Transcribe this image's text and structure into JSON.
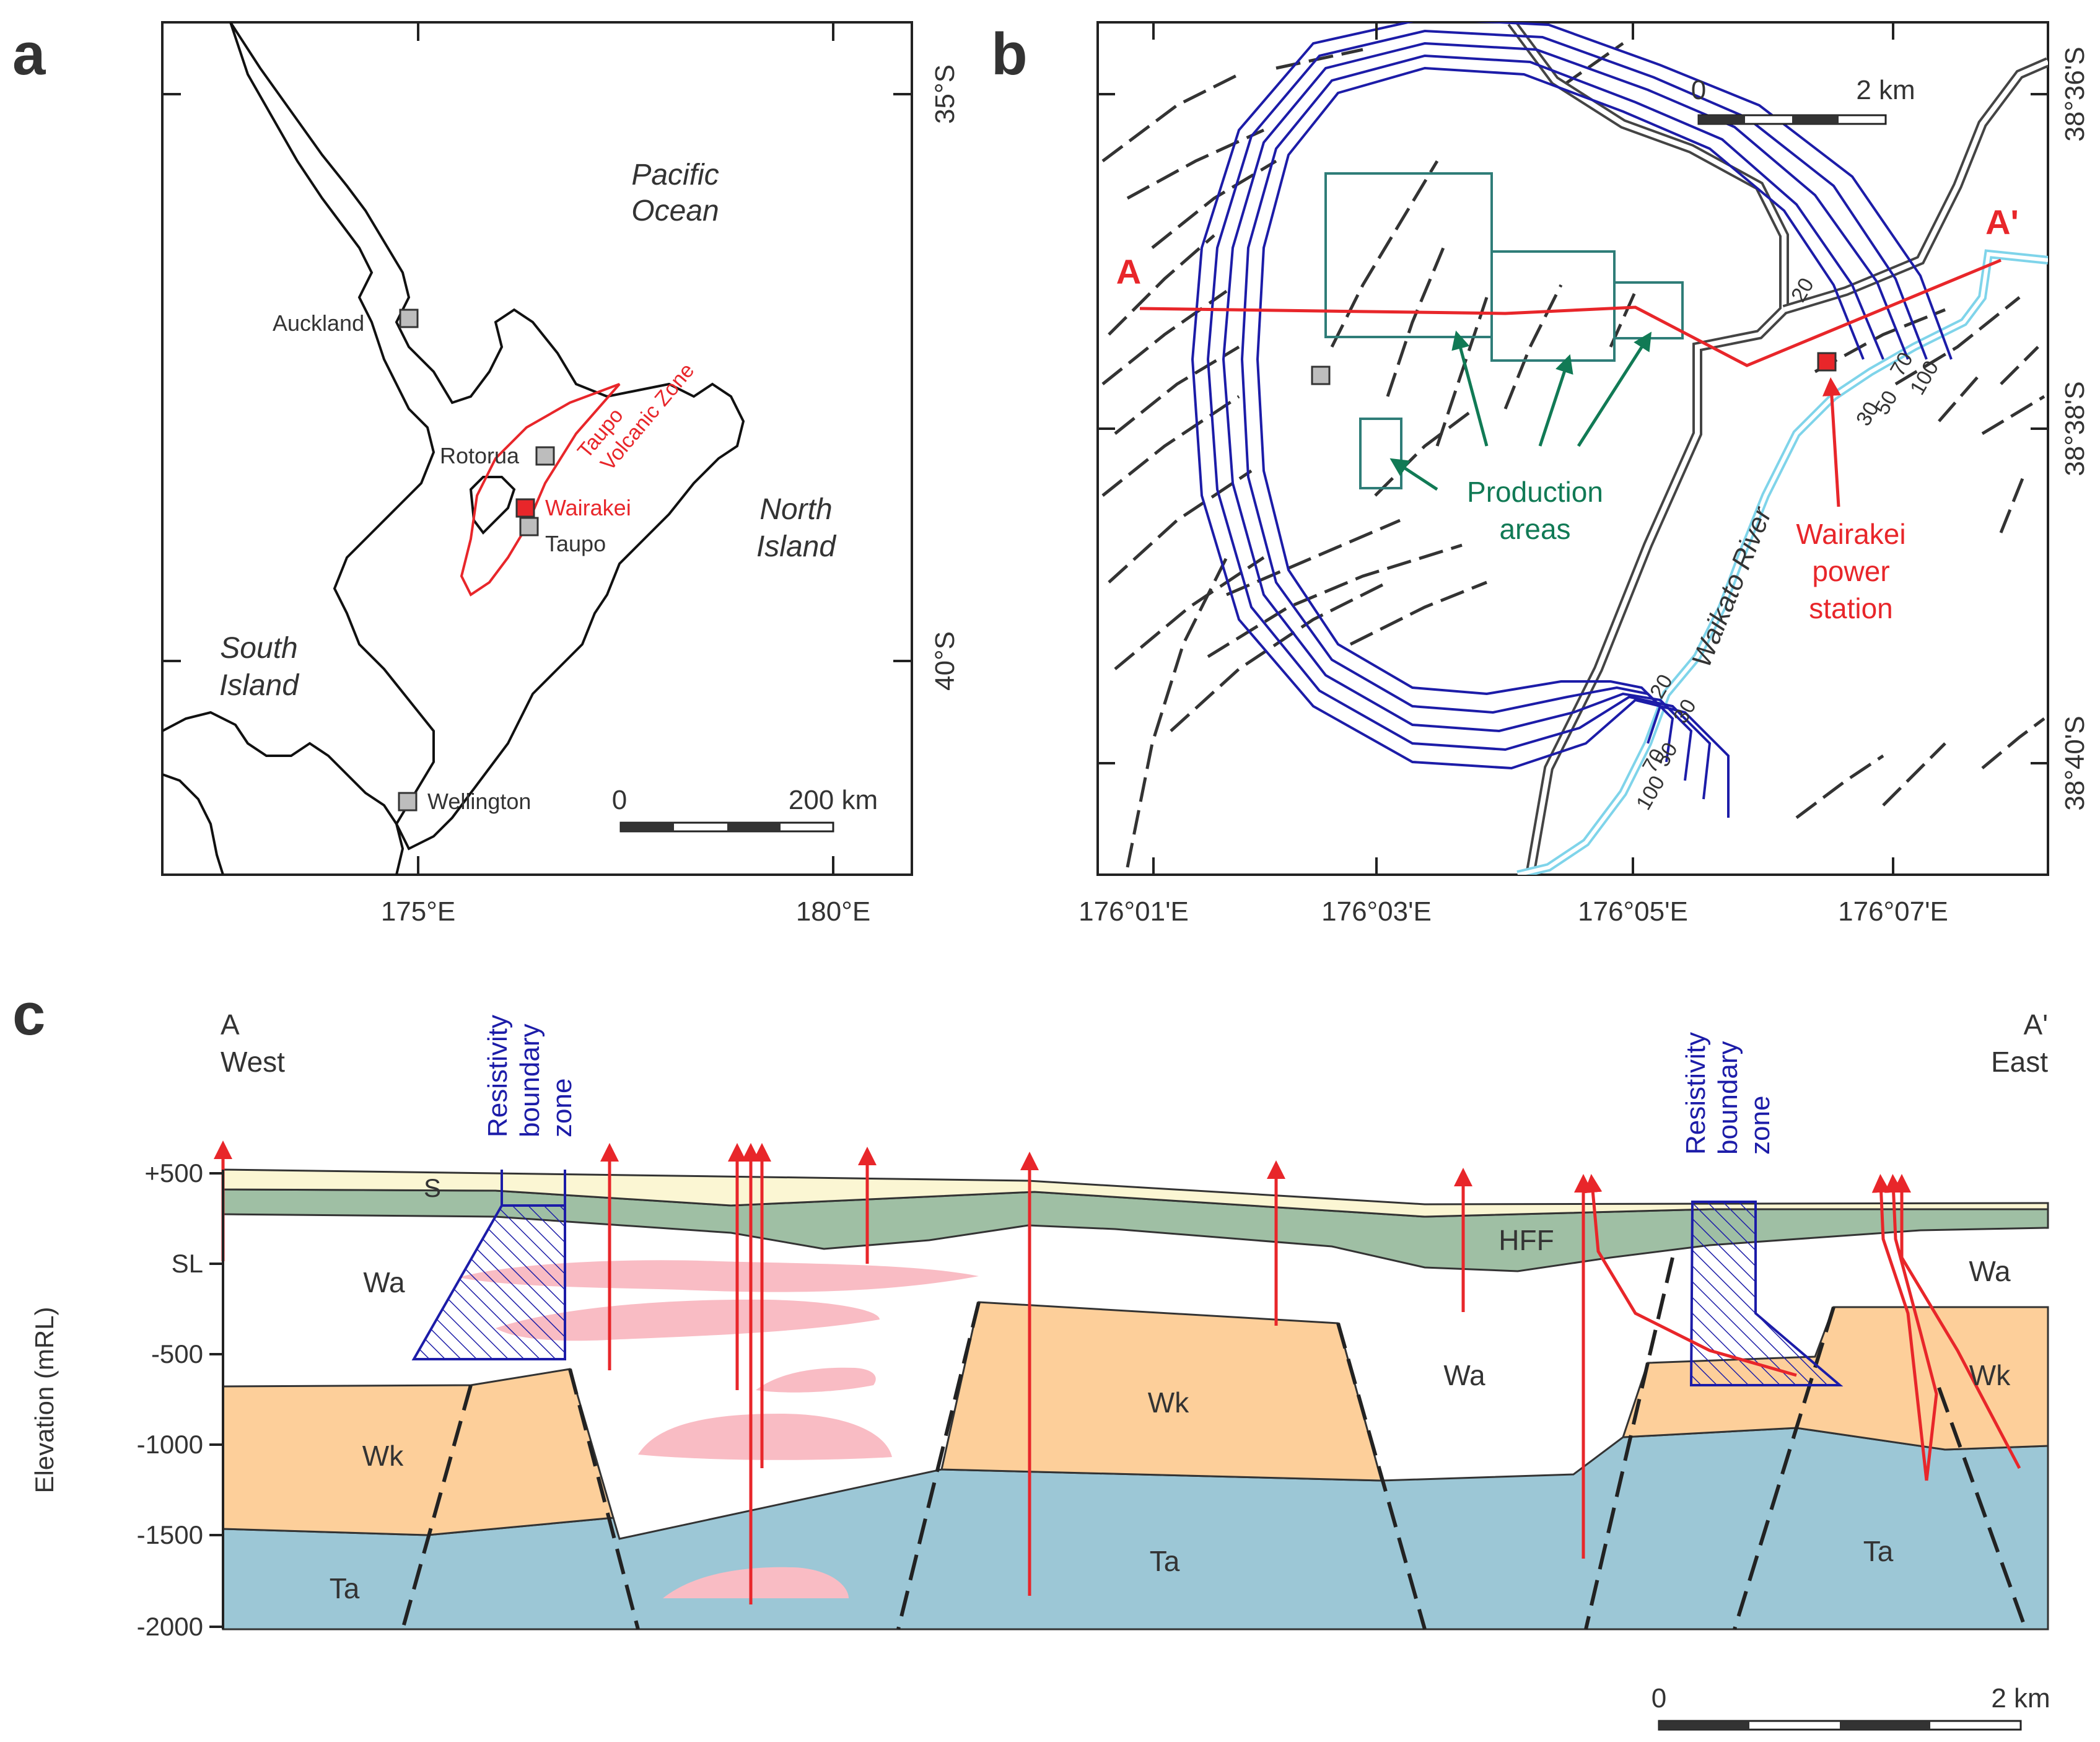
{
  "panels": {
    "a": {
      "letter": "a",
      "lat_labels": [
        "35°S",
        "40°S"
      ],
      "lon_labels": [
        "175°E",
        "180°E"
      ],
      "ocean": [
        "Pacific",
        "Ocean"
      ],
      "north_island": [
        "North",
        "Island"
      ],
      "south_island": [
        "South",
        "Island"
      ],
      "tvz_label": [
        "Taupo",
        "Volcanic Zone"
      ],
      "places": {
        "auckland": "Auckland",
        "rotorua": "Rotorua",
        "wairakei": "Wairakei",
        "taupo": "Taupo",
        "wellington": "Wellington"
      },
      "scale": {
        "start": "0",
        "end": "200 km"
      }
    },
    "b": {
      "letter": "b",
      "lat_labels": [
        "38°36'S",
        "38°38'S",
        "38°40'S"
      ],
      "lon_labels": [
        "176°01'E",
        "176°03'E",
        "176°05'E",
        "176°07'E"
      ],
      "section_start": "A",
      "section_end": "A'",
      "production": [
        "Production",
        "areas"
      ],
      "power_station": [
        "Wairakei",
        "power",
        "station"
      ],
      "river": "Waikato River",
      "contours_east": [
        "20",
        "30",
        "50",
        "70",
        "100"
      ],
      "contours_south": [
        "20",
        "30",
        "50",
        "70",
        "100"
      ],
      "scale": {
        "start": "0",
        "end": "2 km"
      }
    },
    "c": {
      "letter": "c",
      "west": [
        "A",
        "West"
      ],
      "east": [
        "A'",
        "East"
      ],
      "ylabel": "Elevation (mRL)",
      "yticks": [
        "+500",
        "SL",
        "-500",
        "-1000",
        "-1500",
        "-2000"
      ],
      "resistivity": [
        "Resistivity",
        "boundary",
        "zone"
      ],
      "units": {
        "S": "S",
        "Wa": "Wa",
        "Wk": "Wk",
        "Ta": "Ta",
        "HFF": "HFF"
      },
      "scale": {
        "start": "0",
        "end": "2 km"
      }
    }
  },
  "colors": {
    "coast": "#111111",
    "red": "#e8262a",
    "blue": "#1c1ca8",
    "green": "#117a55",
    "teal_box": "#2f7d78",
    "river": "#7fd4ea",
    "road": "#444444",
    "fault": "#333333",
    "unit_S": "#fbf6d3",
    "unit_HFF": "#9fbfa4",
    "unit_Wk": "#fdcf9a",
    "unit_Ta": "#9cc7d6",
    "pink": "#f9bcc4",
    "gray_marker": "#bdbdbd",
    "text_gray": "#333333"
  }
}
